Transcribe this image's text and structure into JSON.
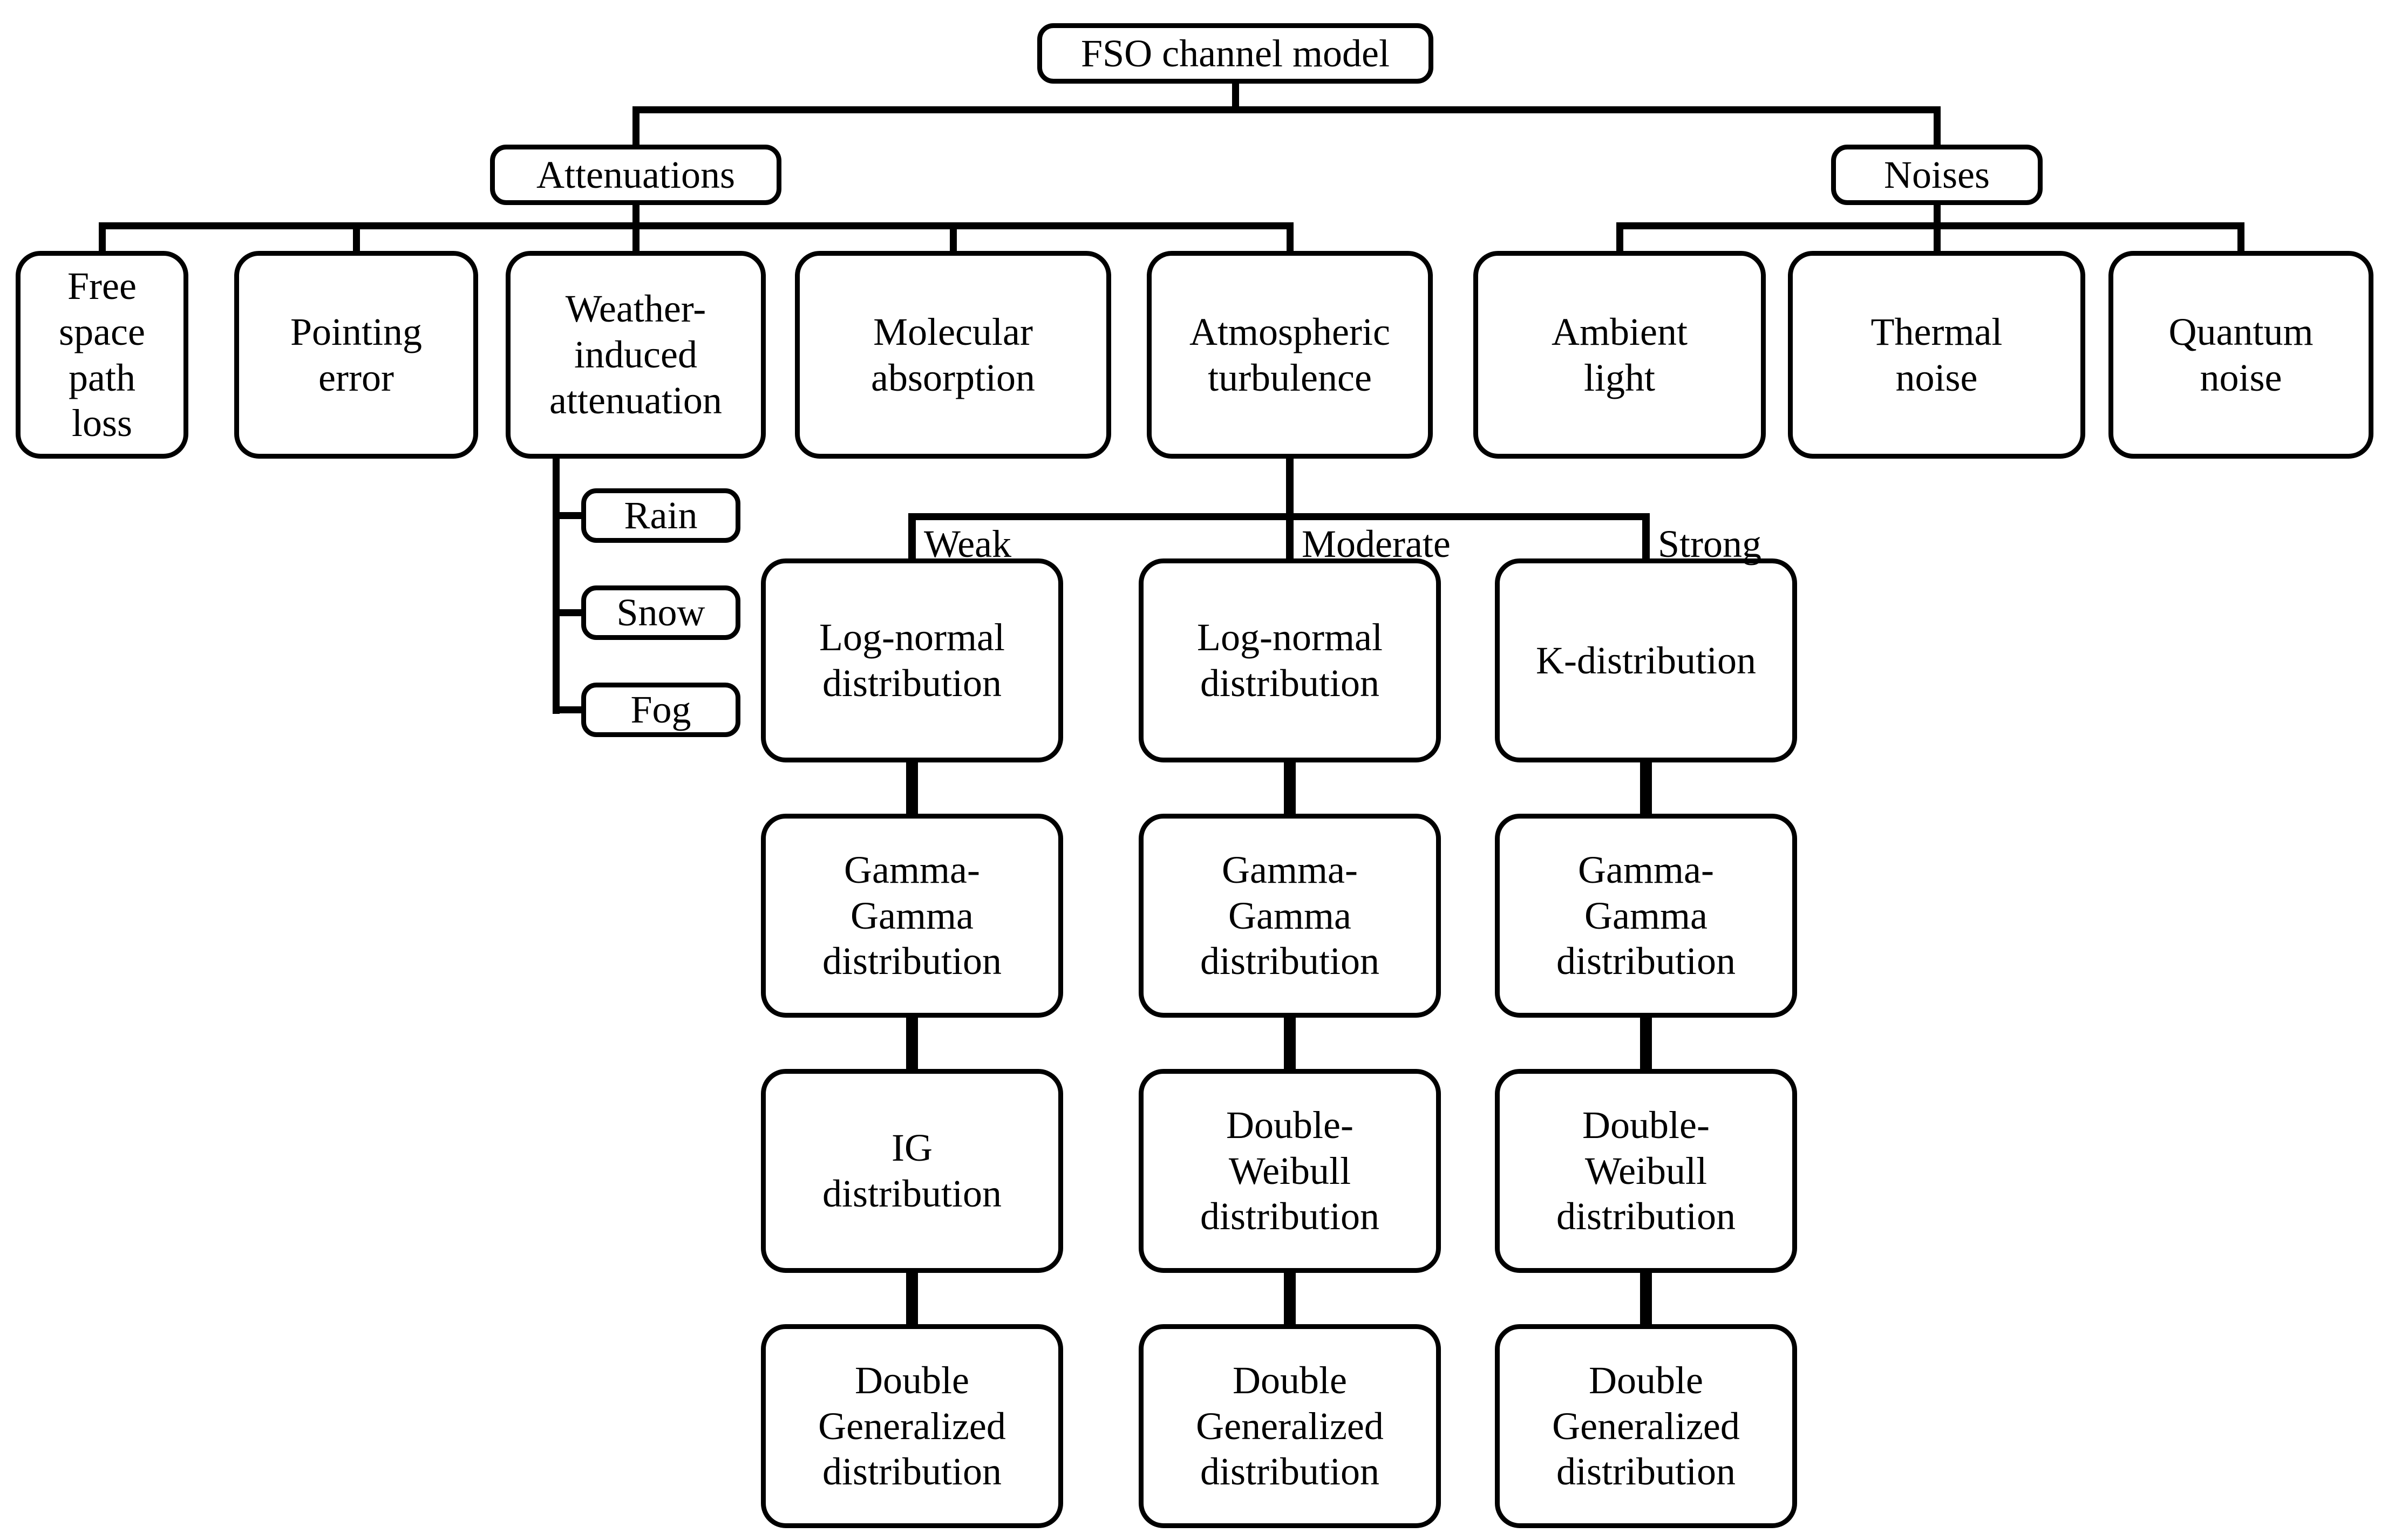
{
  "figure": {
    "type": "tree-diagram",
    "title": "FSO channel model classification tree"
  },
  "root": {
    "label": "FSO channel model"
  },
  "attenuations": {
    "label": "Attenuations",
    "children": [
      {
        "label": "Free\nspace\npath\nloss"
      },
      {
        "label": "Pointing\nerror"
      },
      {
        "label": "Weather-\ninduced\nattenuation"
      },
      {
        "label": "Molecular\nabsorption"
      },
      {
        "label": "Atmospheric\nturbulence"
      }
    ],
    "weather_types": [
      {
        "label": "Rain"
      },
      {
        "label": "Snow"
      },
      {
        "label": "Fog"
      }
    ]
  },
  "noises": {
    "label": "Noises",
    "children": [
      {
        "label": "Ambient\nlight"
      },
      {
        "label": "Thermal\nnoise"
      },
      {
        "label": "Quantum\nnoise"
      }
    ]
  },
  "turbulence_regimes": [
    {
      "label": "Weak",
      "models": [
        {
          "label": "Log-normal\ndistribution"
        },
        {
          "label": "Gamma-\nGamma\ndistribution"
        },
        {
          "label": "IG\ndistribution"
        },
        {
          "label": "Double\nGeneralized\ndistribution"
        }
      ]
    },
    {
      "label": "Moderate",
      "models": [
        {
          "label": "Log-normal\ndistribution"
        },
        {
          "label": "Gamma-\nGamma\ndistribution"
        },
        {
          "label": "Double-\nWeibull\ndistribution"
        },
        {
          "label": "Double\nGeneralized\ndistribution"
        }
      ]
    },
    {
      "label": "Strong",
      "models": [
        {
          "label": "K-distribution"
        },
        {
          "label": "Gamma-\nGamma\ndistribution"
        },
        {
          "label": "Double-\nWeibull\ndistribution"
        },
        {
          "label": "Double\nGeneralized\ndistribution"
        }
      ]
    }
  ],
  "colors": {
    "line": "#000000",
    "background": "#ffffff",
    "text": "#000000"
  }
}
